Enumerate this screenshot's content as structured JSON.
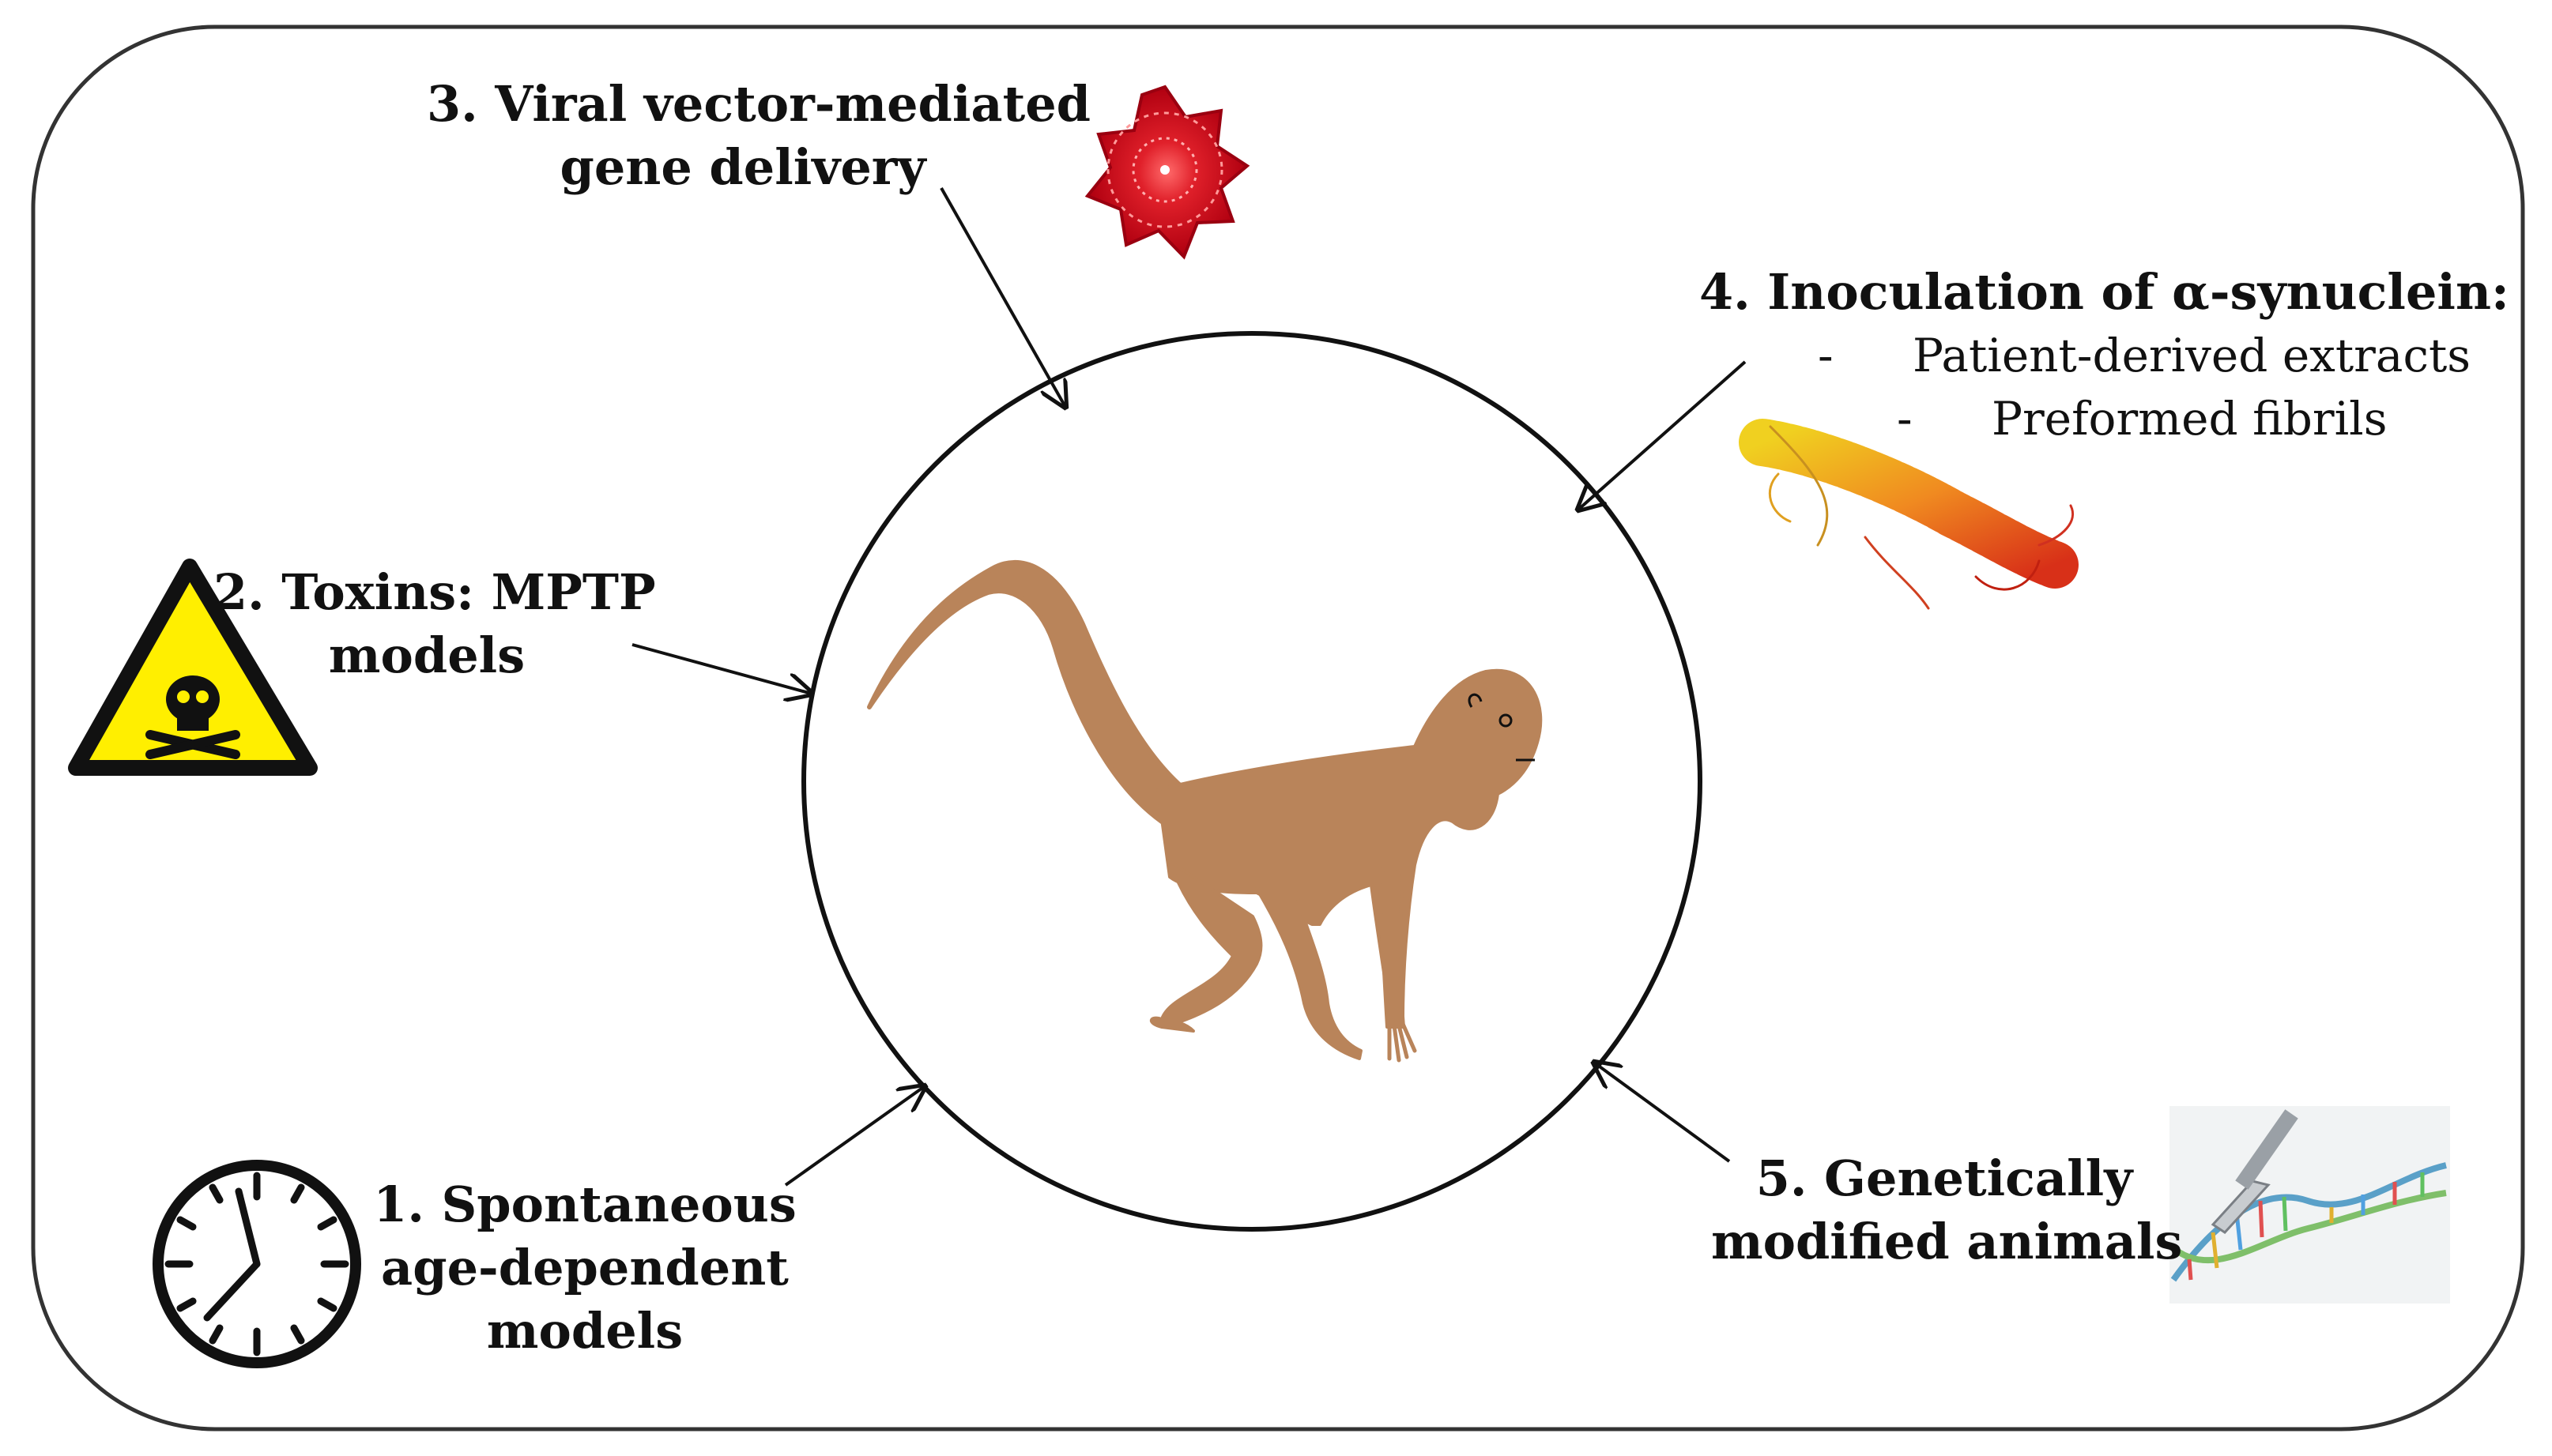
{
  "center": {
    "animal_icon": "monkey-silhouette"
  },
  "methods": {
    "viral": {
      "lines": [
        "3. Viral vector-mediated",
        "gene delivery"
      ],
      "icon": "virus-capsid-icon"
    },
    "inoculation": {
      "title": "4. Inoculation of α-synuclein:",
      "items": [
        "Patient-derived extracts",
        "Preformed fibrils"
      ],
      "icon": "protein-fibril-icon"
    },
    "toxins": {
      "lines": [
        "2. Toxins: MPTP",
        "models"
      ],
      "icon": "toxic-hazard-warning-icon"
    },
    "spontaneous": {
      "lines": [
        "1. Spontaneous",
        "age-dependent",
        "models"
      ],
      "icon": "clock-icon"
    },
    "genetic": {
      "lines": [
        "5. Genetically",
        "modified animals"
      ],
      "icon": "dna-scalpel-icon"
    }
  },
  "colors": {
    "monkey": "#b9845a",
    "virus": "#d8141c",
    "hazard_yellow": "#ffef00",
    "frame": "#333333"
  }
}
